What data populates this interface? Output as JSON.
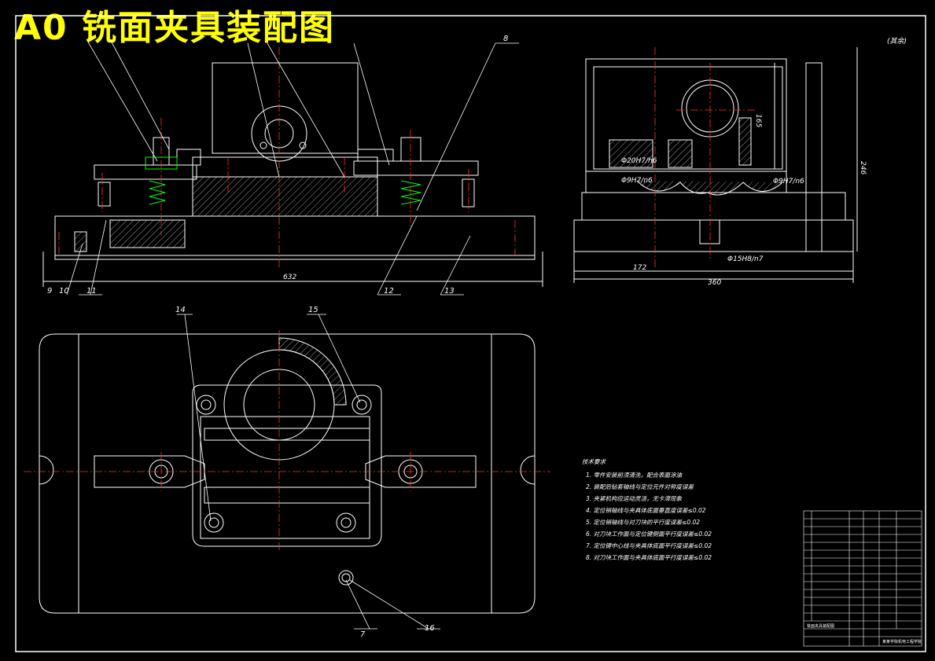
{
  "title": "A0 铣面夹具装配图",
  "part_labels": [
    "8",
    "9",
    "10",
    "11",
    "12",
    "13",
    "14",
    "15",
    "7",
    "16"
  ],
  "dimensions": {
    "front_width": "632",
    "side_width": "360",
    "side_offset": "172",
    "side_height": "246",
    "side_height_inner": "165",
    "fit_1": "Φ20H7/h6",
    "fit_2": "Φ9H7/n6",
    "fit_3": "Φ9H7/n6",
    "fit_4": "Φ15H8/n7",
    "roughness": "(其余)"
  },
  "technical_requirements": {
    "heading": "技术要求",
    "items": [
      "1. 零件安装前须清洗，配合表面涂油",
      "2. 装配后钻套轴线与定位元件对称度误差",
      "3. 夹紧机构应运动灵活，无卡滞现象",
      "4. 定位销轴线与夹具体底面垂直度误差≤0.02",
      "5. 定位销轴线与对刀块的平行度误差≤0.02",
      "6. 对刀块工作面与定位键侧面平行度误差≤0.02",
      "7. 定位键中心线与夹具体底面平行度误差≤0.02",
      "8. 对刀块工作面与夹具体底面平行度误差≤0.02"
    ]
  },
  "title_block": {
    "drawing_name": "铣面夹具装配图",
    "school": "某某学院机电工程学院"
  }
}
